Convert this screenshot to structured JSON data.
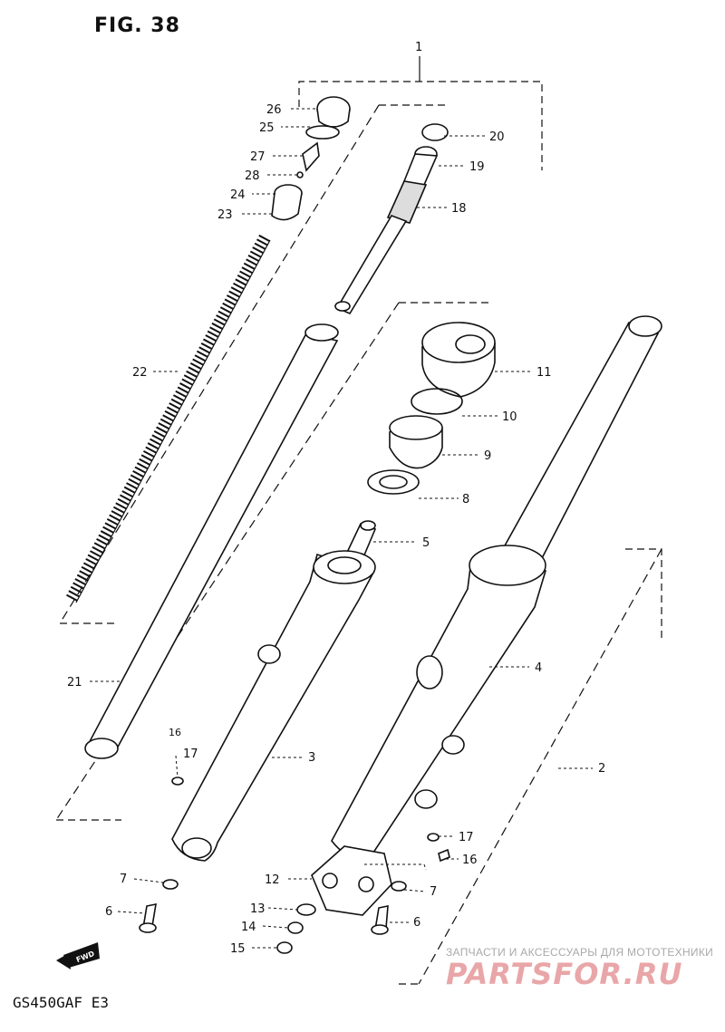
{
  "figure": {
    "title": "FIG. 38",
    "model_code": "GS450GAF  E3"
  },
  "watermark": {
    "caption": "ЗАПЧАСТИ И АКСЕССУАРЫ ДЛЯ МОТОТЕХНИКИ",
    "brand": "PARTSFOR.RU",
    "brand_color": "#e9a6a8"
  },
  "forward_badge": "FWD",
  "callouts": {
    "p1": "1",
    "p2": "2",
    "p3": "3",
    "p4": "4",
    "p5": "5",
    "p6_left": "6",
    "p6_right": "6",
    "p7_left": "7",
    "p7_right": "7",
    "p8": "8",
    "p9": "9",
    "p10": "10",
    "p11": "11",
    "p12": "12",
    "p13": "13",
    "p14": "14",
    "p15": "15",
    "p16_left": "16",
    "p16_right": "16",
    "p17_left": "17",
    "p17_right": "17",
    "p18": "18",
    "p19": "19",
    "p20": "20",
    "p21": "21",
    "p22": "22",
    "p23": "23",
    "p24": "24",
    "p25": "25",
    "p26": "26",
    "p27": "27",
    "p28": "28"
  }
}
